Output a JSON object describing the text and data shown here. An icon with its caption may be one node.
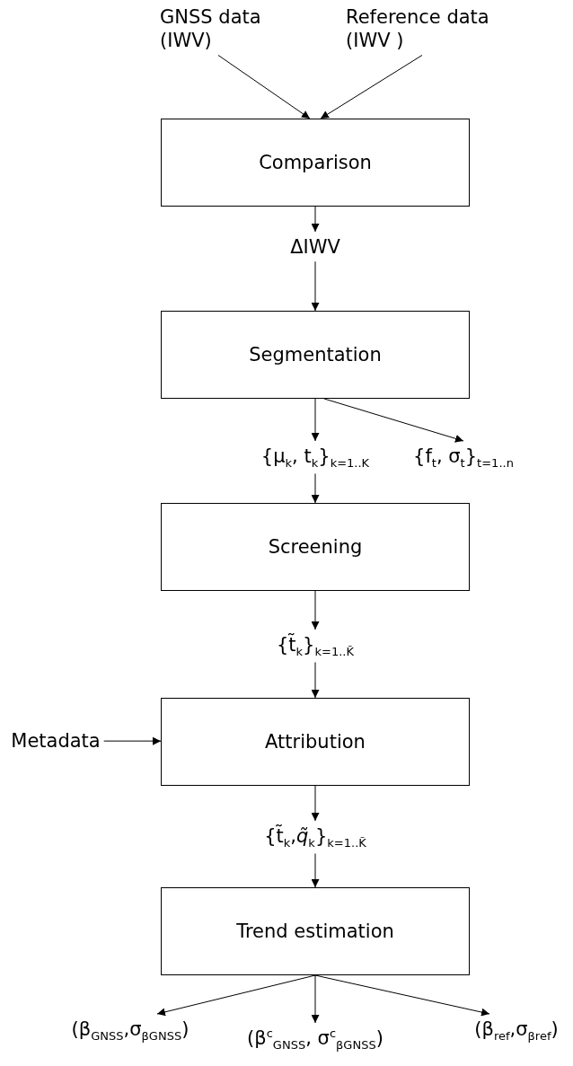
{
  "diagram": {
    "nodes": [
      {
        "text": [
          "GNSS data (IWV)"
        ]
      },
      {
        "text": [
          "Reference data (IWV )"
        ]
      },
      {
        "text": [
          "Comparison"
        ]
      },
      {
        "text": [
          "ΔIWV"
        ]
      },
      {
        "text": [
          "Segmentation"
        ]
      },
      {
        "text": [
          "{μ$_{k}$, t$_{k}$}$_{k=1..K}$"
        ]
      },
      {
        "text": [
          "{f$_{t}$, σ$_{t}$}$_{t=1..n}$"
        ]
      },
      {
        "text": [
          "Screening"
        ]
      },
      {
        "text": [
          "{t̃$_{k}$}$_{k=1..K̃}$"
        ]
      },
      {
        "text": [
          "Metadata"
        ]
      },
      {
        "text": [
          "Attribution"
        ]
      },
      {
        "text": [
          "{t̃$_{k}$,*q̃*$_{k}$}$_{k=1..K̃}$"
        ]
      },
      {
        "text": [
          "Trend estimation"
        ]
      },
      {
        "text": [
          "(β$_{GNSS}$,σ$_{βGNSS}$)"
        ]
      },
      {
        "text": [
          "(β$^{c}$$_{GNSS}$, σ$^{c}$$_{βGNSS}$)"
        ]
      },
      {
        "text": [
          "(β$_{ref}$,σ$_{βref}$)"
        ]
      }
    ],
    "edges": [
      {
        "from": 0,
        "to": 2,
        "arrow": "to"
      },
      {
        "from": 1,
        "to": 2,
        "arrow": "to"
      },
      {
        "from": 2,
        "to": 3,
        "arrow": "to"
      },
      {
        "from": 3,
        "to": 4,
        "arrow": "to"
      },
      {
        "from": 4,
        "to": 5,
        "arrow": "to"
      },
      {
        "from": 4,
        "to": 6,
        "arrow": "to"
      },
      {
        "from": 5,
        "to": 7,
        "arrow": "to"
      },
      {
        "from": 7,
        "to": 8,
        "arrow": "to"
      },
      {
        "from": 8,
        "to": 10,
        "arrow": "to"
      },
      {
        "from": 9,
        "to": 10,
        "arrow": "to"
      },
      {
        "from": 10,
        "to": 11,
        "arrow": "to"
      },
      {
        "from": 11,
        "to": 12,
        "arrow": "to"
      },
      {
        "from": 12,
        "to": 13,
        "arrow": "to"
      },
      {
        "from": 12,
        "to": 14,
        "arrow": "to"
      },
      {
        "from": 12,
        "to": 15,
        "arrow": "to"
      }
    ]
  }
}
